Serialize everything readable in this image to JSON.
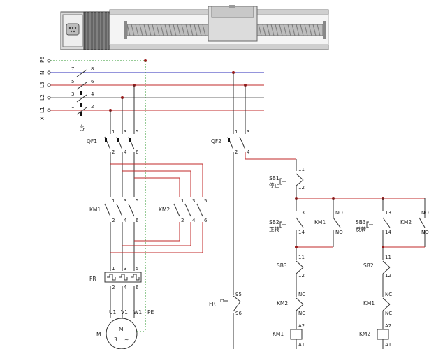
{
  "actuator": {
    "icon": "linear-actuator-ballscrew-icon"
  },
  "rails": {
    "pe": "PE",
    "n": "N",
    "l3": "L3",
    "l2": "L2",
    "l1": "L1",
    "x": "X"
  },
  "qf": {
    "label": "QF",
    "pins_top": [
      "7",
      "5",
      "3",
      "1"
    ],
    "pins_bottom": [
      "8",
      "6",
      "4",
      "2"
    ]
  },
  "qf1": {
    "label": "QF1",
    "top": [
      "1",
      "3",
      "5"
    ],
    "bottom": [
      "2",
      "4",
      "6"
    ]
  },
  "qf2": {
    "label": "QF2",
    "top": [
      "1",
      "3"
    ],
    "bottom": [
      "2",
      "4"
    ]
  },
  "km1_main": {
    "label": "KM1",
    "top": [
      "1",
      "3",
      "5"
    ],
    "bottom": [
      "2",
      "4",
      "6"
    ]
  },
  "km2_main": {
    "label": "KM2",
    "top": [
      "1",
      "3",
      "5"
    ],
    "bottom": [
      "2",
      "4",
      "6"
    ]
  },
  "fr_main": {
    "label": "FR",
    "top": [
      "1",
      "3",
      "5"
    ],
    "bottom": [
      "2",
      "4",
      "6"
    ]
  },
  "motor": {
    "label": "M",
    "inner": "M",
    "phase": "3",
    "symbol": "~",
    "terms": [
      "U1",
      "V1",
      "W1",
      "PE"
    ]
  },
  "fr_aux": {
    "label": "FR",
    "top": "95",
    "bottom": "96"
  },
  "sb1": {
    "label": "SB1",
    "sub": "停止",
    "top": "11",
    "bottom": "12"
  },
  "sb2": {
    "label": "SB2",
    "sub": "正转",
    "top": "13",
    "bottom": "14"
  },
  "sb3": {
    "label": "SB3",
    "sub": "反转",
    "top": "13",
    "bottom": "14"
  },
  "km1_aux": {
    "label": "KM1",
    "no": "NO"
  },
  "km2_aux": {
    "label": "KM2",
    "no": "NO"
  },
  "left_branch": {
    "no_top": "NO",
    "sb3_label": "SB3",
    "sb3_top": "11",
    "sb3_bottom": "12",
    "km2_label": "KM2",
    "nc_top": "NC",
    "nc_bottom": "NC",
    "coil_label": "KM1",
    "coil_top": "A2",
    "coil_bottom": "A1"
  },
  "right_branch": {
    "no_top": "NO",
    "sb2_label": "SB2",
    "sb2_top": "11",
    "sb2_bottom": "12",
    "km1_label": "KM1",
    "nc_top": "NC",
    "nc_bottom": "NC",
    "coil_label": "KM2",
    "coil_top": "A2",
    "coil_bottom": "A1"
  }
}
